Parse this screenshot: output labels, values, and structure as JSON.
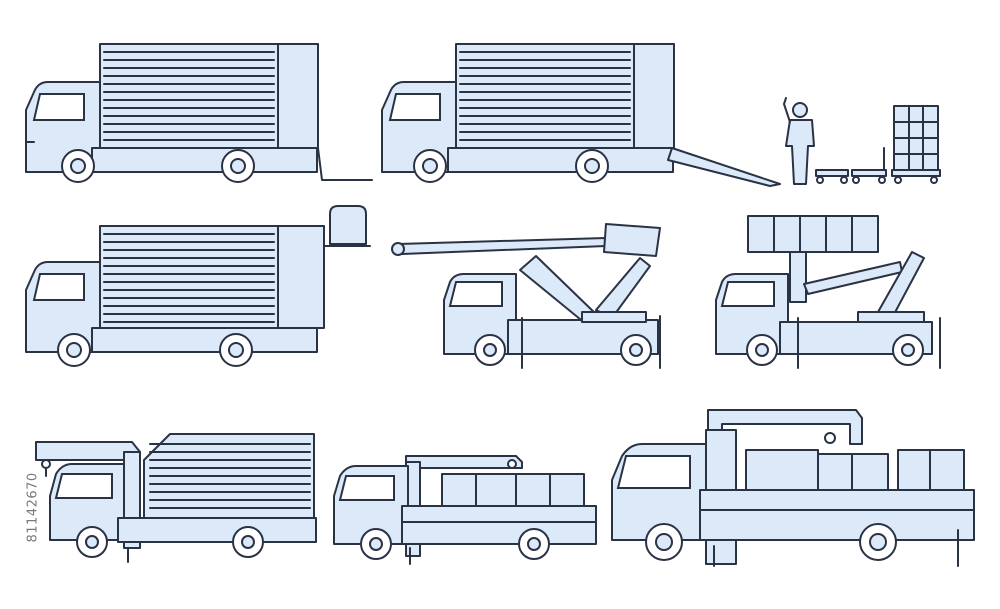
{
  "stock_id_text": "81142670",
  "colors": {
    "body_fill": "#dce9f8",
    "outline": "#2a3245"
  },
  "icons": [
    "box-truck-with-liftgate",
    "box-truck-with-ramp",
    "worker-with-hand-trucks-and-roll-cage",
    "box-truck-with-raised-liftgate",
    "conveyor-belt-truck",
    "scissor-lift-platform-truck",
    "crane-box-truck",
    "small-crane-flatbed-truck",
    "large-crane-flatbed-truck"
  ]
}
